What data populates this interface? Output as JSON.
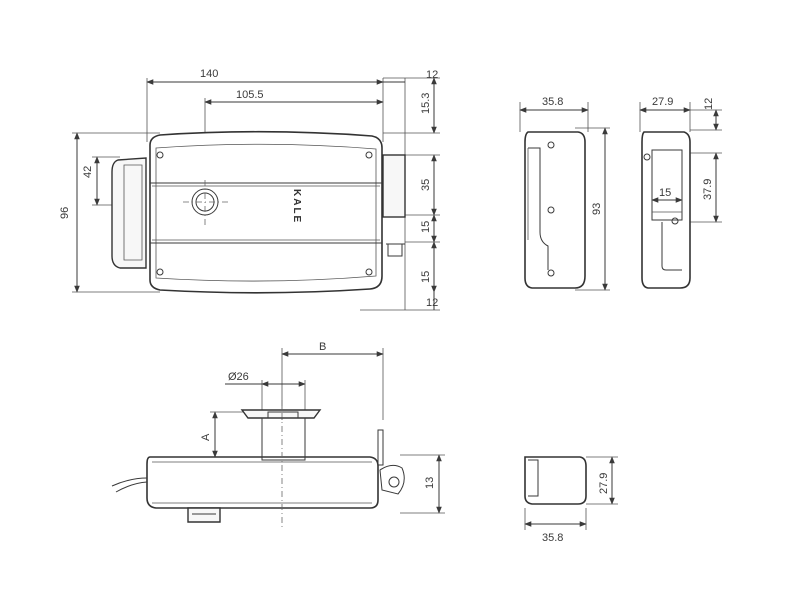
{
  "brand": "KALE",
  "front_view": {
    "width_140": "140",
    "width_105_5": "105.5",
    "top_12": "12",
    "top_15_3": "15.3",
    "height_96": "96",
    "height_42": "42",
    "right_35": "35",
    "right_15a": "15",
    "right_15b": "15",
    "bottom_12": "12"
  },
  "side_view": {
    "width_35_8": "35.8",
    "height_93": "93"
  },
  "keeper_view": {
    "width_27_9": "27.9",
    "top_12": "12",
    "slot_15": "15",
    "height_37_9": "37.9"
  },
  "top_view": {
    "label_b": "B",
    "label_26": "Ø26",
    "label_a": "A",
    "height_13": "13"
  },
  "keeper_top_view": {
    "height_27_9": "27.9",
    "width_35_8": "35.8"
  }
}
